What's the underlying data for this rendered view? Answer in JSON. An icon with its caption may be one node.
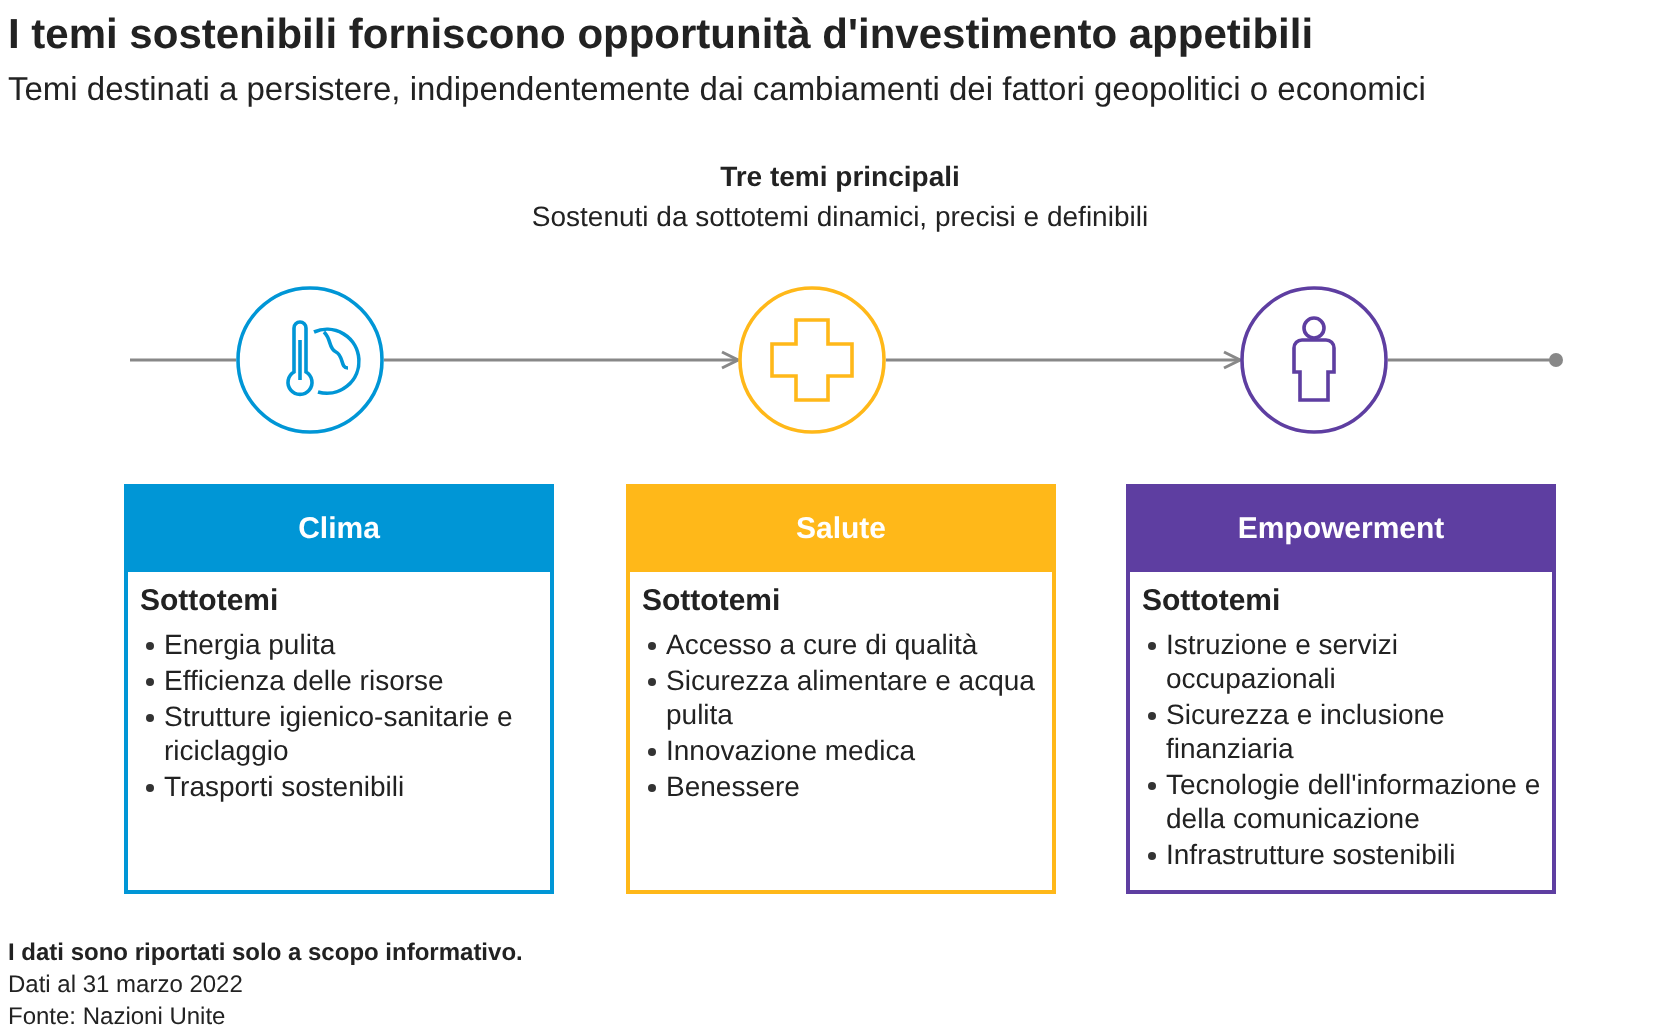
{
  "diagram": {
    "title": "I temi sostenibili forniscono opportunità d'investimento appetibili",
    "nodes": [
      {
        "text": [],
        "shape": "picture"
      },
      {
        "text": [],
        "shape": "picture"
      },
      {
        "text": [],
        "shape": "picture"
      },
      {
        "text": [
          "Clima",
          "Sottotemi",
          "Energia pulita",
          "Efficienza delle risorse",
          "Strutture igienico-sanitarie e riciclaggio",
          "Trasporti sostenibili"
        ]
      },
      {
        "text": [
          "Salute",
          "Sottotemi",
          "Accesso a cure di qualità",
          "Sicurezza alimentare e acqua pulita",
          "Innovazione medica",
          "Benessere"
        ]
      },
      {
        "text": [
          "Empowerment",
          "Sottotemi",
          "Istruzione e servizi occupazionali",
          "Sicurezza e inclusione finanziaria",
          "Tecnologie dell'informazione e della comunicazione",
          "Infrastrutture sostenibili"
        ]
      }
    ],
    "edges": [
      {
        "from": null,
        "to": 0,
        "arrow": "none"
      },
      {
        "from": 0,
        "to": 1,
        "arrow": "to"
      },
      {
        "from": 1,
        "to": 2,
        "arrow": "to"
      },
      {
        "from": 2,
        "to": null,
        "arrow": "other"
      }
    ],
    "labels": [
      "Temi destinati a persistere, indipendentemente dai cambiamenti dei fattori geopolitici o economici",
      "Tre temi principali",
      "Sostenuti da sottotemi dinamici, precisi e definibili",
      "I dati sono riportati solo a scopo informativo.",
      "Dati al 31 marzo 2022",
      "Fonte: Nazioni Unite"
    ]
  }
}
